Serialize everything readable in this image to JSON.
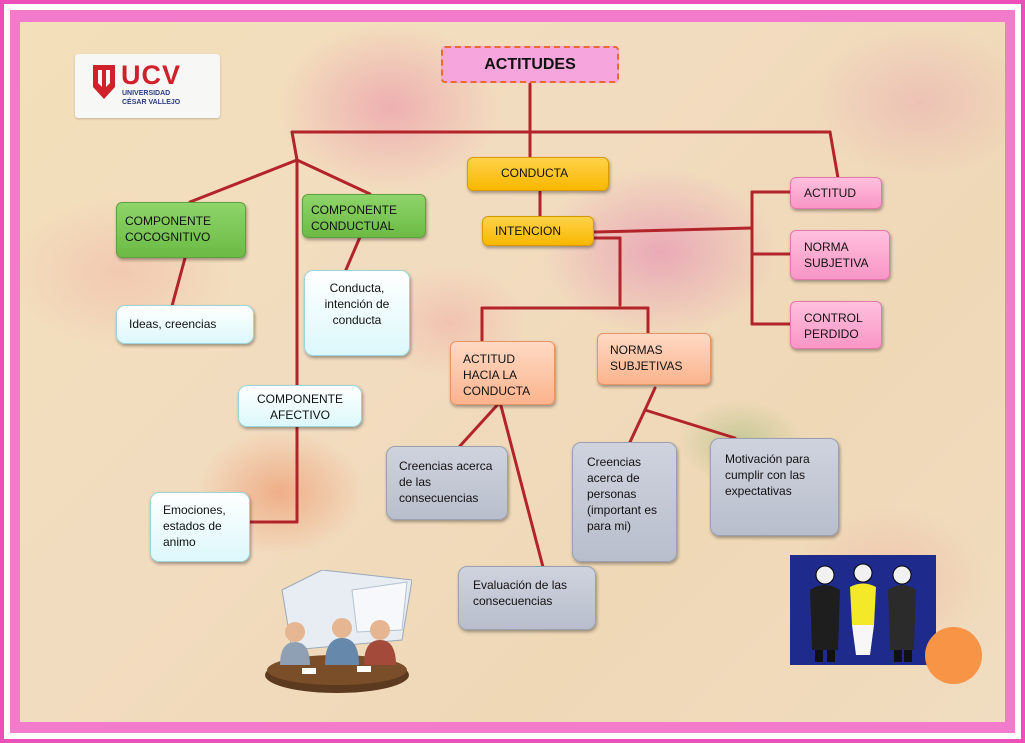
{
  "logo": {
    "main": "UCV",
    "sub1": "UNIVERSIDAD",
    "sub2": "CÉSAR VALLEJO"
  },
  "title": "ACTITUDES",
  "nodes": {
    "componente_cognitivo": "COMPONENTE COCOGNITIVO",
    "componente_conductual": "COMPONENTE CONDUCTUAL",
    "conducta": "CONDUCTA",
    "intencion": "INTENCION",
    "actitud": "ACTITUD",
    "norma_subjetiva": "NORMA SUBJETIVA",
    "control_percibido": "CONTROL PERDIDO",
    "ideas_creencias": "Ideas, creencias",
    "conducta_intencion": "Conducta, intención de conducta",
    "componente_afectivo": "COMPONENTE AFECTIVO",
    "actitud_hacia_conducta": "ACTITUD HACIA LA CONDUCTA",
    "normas_subjetivas": "NORMAS SUBJETIVAS",
    "creencias_consecuencias": "Creencias acerca de las consecuencias",
    "creencias_personas": "Creencias acerca de personas (important es para mi)",
    "motivacion": "Motivación para cumplir con las expectativas",
    "emociones": "Emociones, estados de animo",
    "evaluacion": "Evaluación de las consecuencias"
  },
  "colors": {
    "connector": "#b3242a",
    "frame": "#ec4fb8",
    "accent_dot": "#f79446"
  },
  "icons": [
    "university-shield-icon",
    "meeting-clipart-icon",
    "business-people-clipart-icon"
  ]
}
